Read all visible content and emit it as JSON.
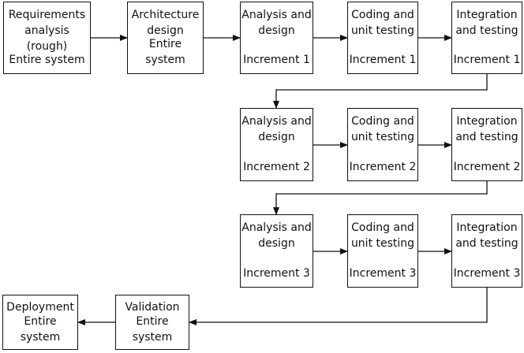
{
  "boxes": {
    "req": {
      "title": "Requirements\nanalysis (rough)",
      "sub": "Entire system"
    },
    "arch": {
      "title": "Architecture\ndesign",
      "sub": "Entire system"
    },
    "ad1": {
      "title": "Analysis and\ndesign",
      "sub": "Increment 1"
    },
    "cut1": {
      "title": "Coding and\nunit testing",
      "sub": "Increment 1"
    },
    "it1": {
      "title": "Integration\nand testing",
      "sub": "Increment 1"
    },
    "ad2": {
      "title": "Analysis and\ndesign",
      "sub": "Increment 2"
    },
    "cut2": {
      "title": "Coding and\nunit testing",
      "sub": "Increment 2"
    },
    "it2": {
      "title": "Integration\nand testing",
      "sub": "Increment 2"
    },
    "ad3": {
      "title": "Analysis and\ndesign",
      "sub": "Increment 3"
    },
    "cut3": {
      "title": "Coding and\nunit testing",
      "sub": "Increment 3"
    },
    "it3": {
      "title": "Integration\nand testing",
      "sub": "Increment 3"
    },
    "val": {
      "title": "Validation",
      "sub": "Entire system"
    },
    "dep": {
      "title": "Deployment",
      "sub": "Entire system"
    }
  }
}
